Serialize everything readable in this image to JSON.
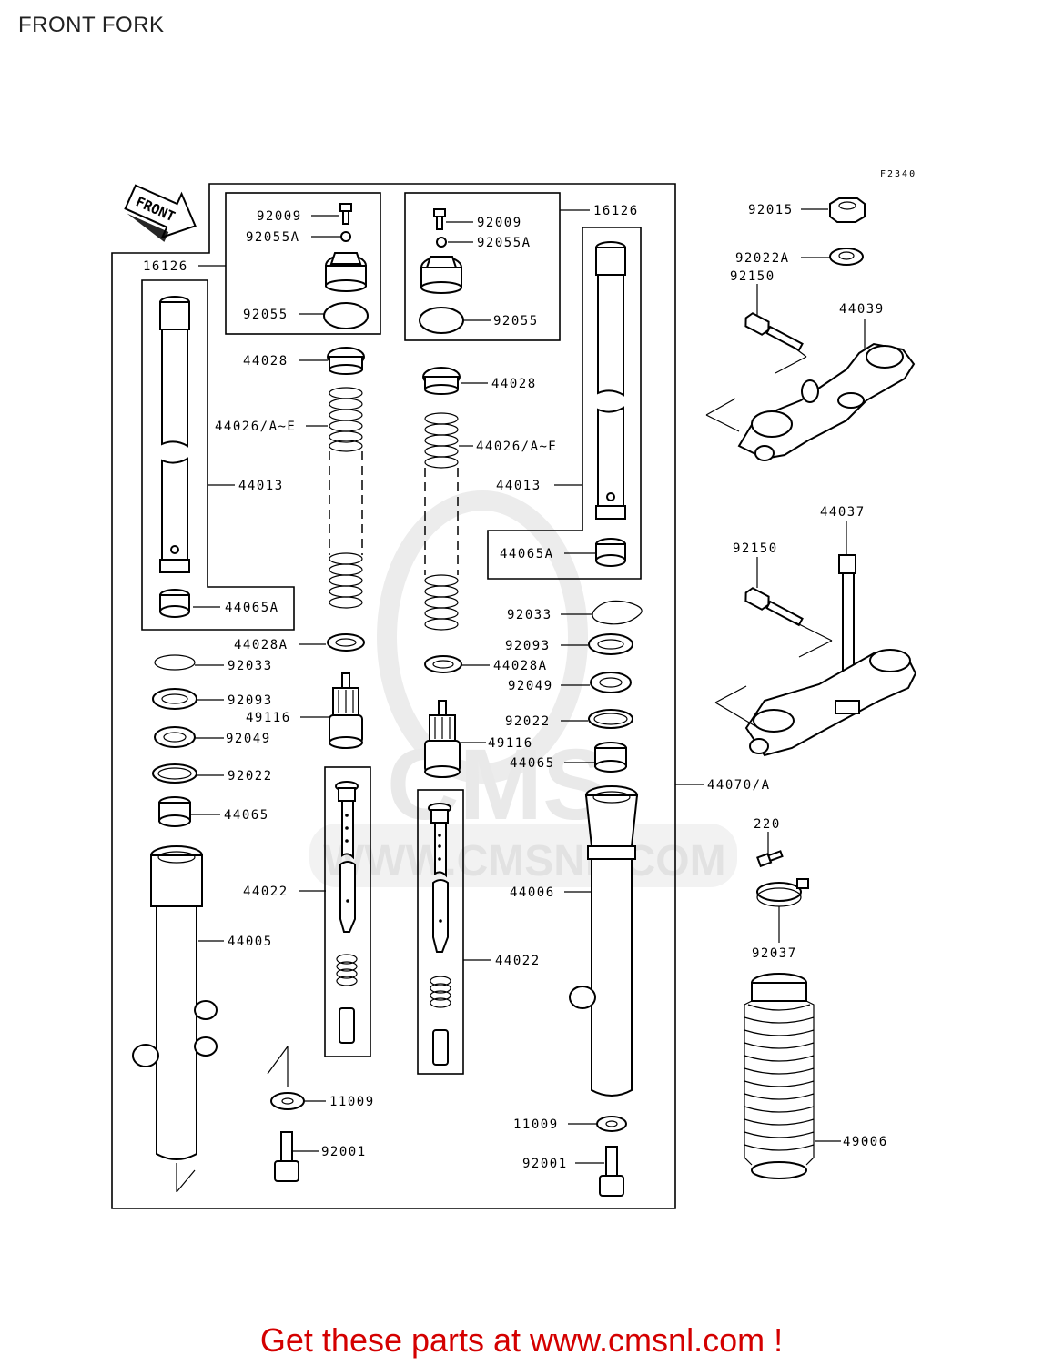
{
  "title": "FRONT FORK",
  "figure_code": "F2340",
  "front_arrow_label": "FRONT",
  "watermark": {
    "logo_text": "CMS",
    "url_text": "WWW.CMSNL.COM"
  },
  "footer": {
    "text": "Get these parts at www.cmsnl.com !",
    "color": "#d40000"
  },
  "labels": {
    "l92009": "92009",
    "l92055A": "92055A",
    "l92055": "92055",
    "l16126": "16126",
    "r92009": "92009",
    "r92055A": "92055A",
    "r92055": "92055",
    "r16126": "16126",
    "l44028": "44028",
    "l44026": "44026/A~E",
    "l44013": "44013",
    "l44065A": "44065A",
    "l44028A": "44028A",
    "l92033": "92033",
    "l92093": "92093",
    "l49116": "49116",
    "l92049": "92049",
    "l92022": "92022",
    "l44065": "44065",
    "l44022": "44022",
    "l44005": "44005",
    "l11009": "11009",
    "l92001": "92001",
    "r44028": "44028",
    "r44026": "44026/A~E",
    "r44013": "44013",
    "r44065A": "44065A",
    "r92033": "92033",
    "r92093": "92093",
    "r44028A": "44028A",
    "r92049": "92049",
    "r92022": "92022",
    "r49116": "49116",
    "r44065": "44065",
    "r44070": "44070/A",
    "r44006": "44006",
    "r44022": "44022",
    "r11009": "11009",
    "r92001": "92001",
    "p92015": "92015",
    "p92022A": "92022A",
    "p92150a": "92150",
    "p44039": "44039",
    "p44037": "44037",
    "p92150b": "92150",
    "p220": "220",
    "p92037": "92037",
    "p49006": "49006"
  }
}
